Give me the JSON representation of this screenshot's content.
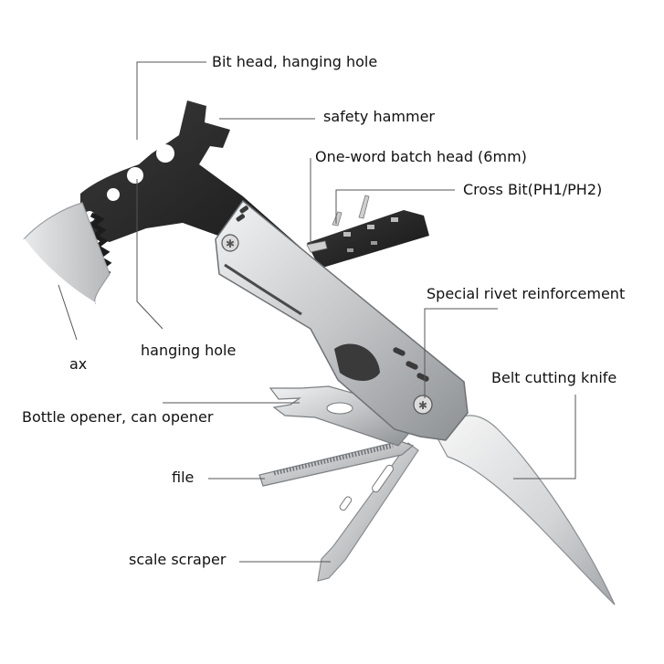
{
  "labels": {
    "bit_head": "Bit head, hanging hole",
    "safety_hammer": "safety hammer",
    "batch_head": "One-word batch head (6mm)",
    "cross_bit": "Cross Bit(PH1/PH2)",
    "rivet": "Special rivet reinforcement",
    "ax": "ax",
    "hanging_hole": "hanging hole",
    "belt_knife": "Belt cutting knife",
    "bottle_opener": "Bottle opener, can opener",
    "file": "file",
    "scale_scraper": "scale scraper"
  },
  "colors": {
    "background": "#ffffff",
    "text": "#111111",
    "leader_line": "#555555",
    "dark_metal": "#2b2b2b",
    "steel": "#c9cbcd",
    "blade": "#dadcde"
  }
}
